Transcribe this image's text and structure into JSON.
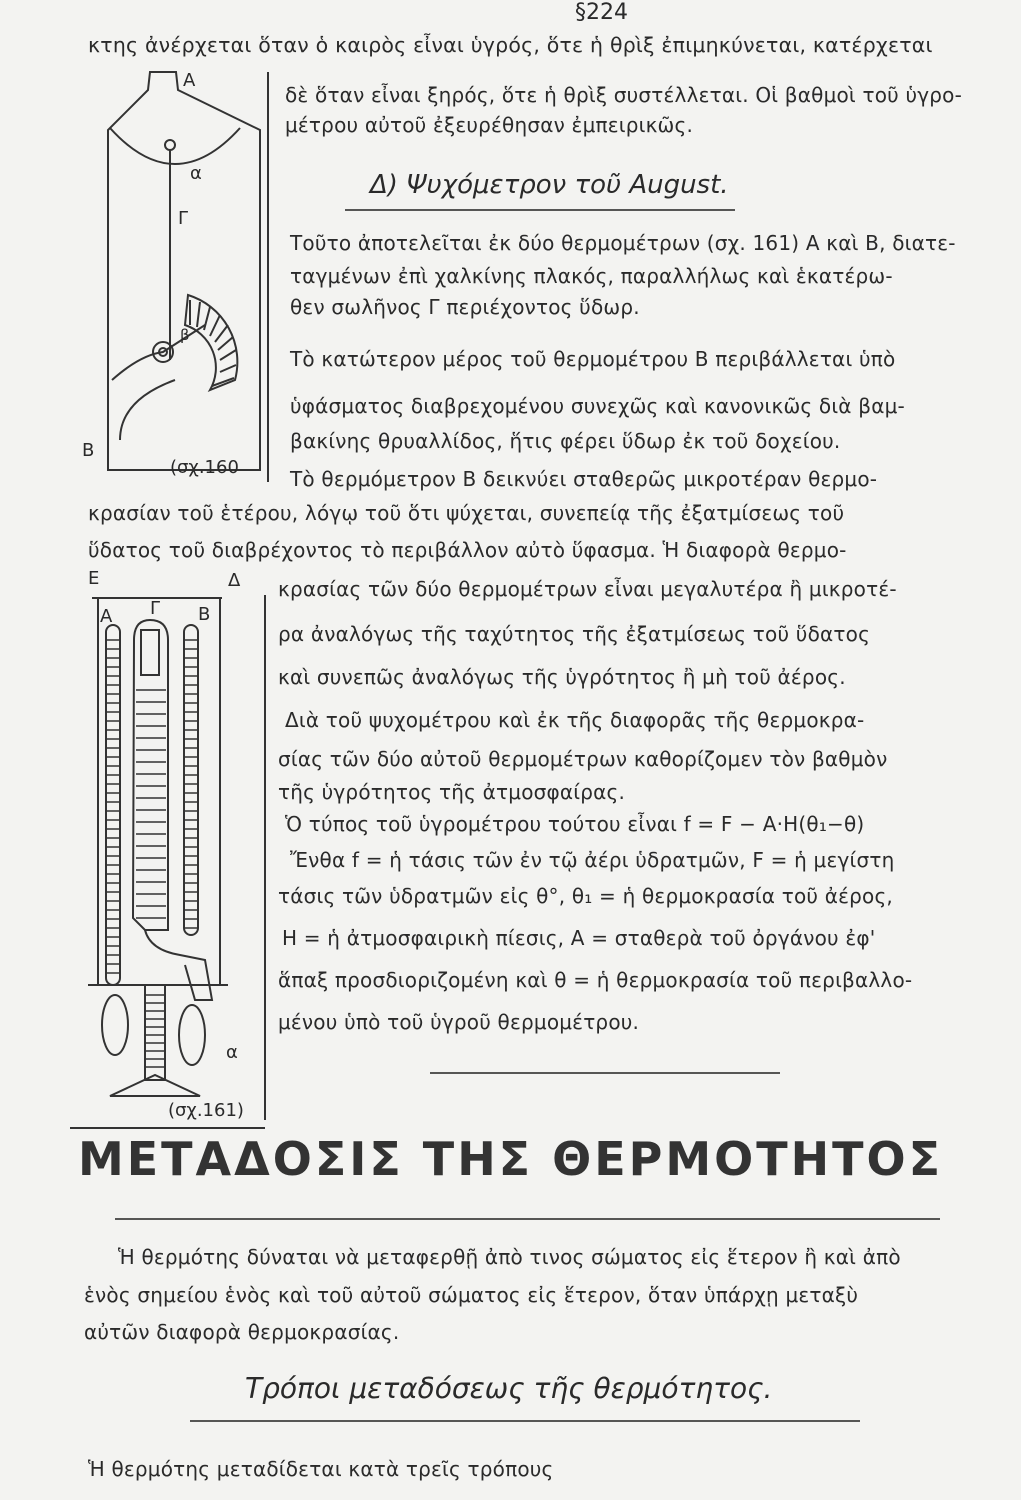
{
  "page_number": "§224",
  "top_lines": [
    "κτης ἀνέρχεται ὅταν ὁ καιρὸς εἶναι ὑγρός, ὅτε ἡ θρὶξ ἐπιμηκύνεται, κατέρχεται",
    "δὲ ὅταν εἶναι ξηρός, ὅτε ἡ θρὶξ συστέλλεται. Οἱ βαθμοὶ τοῦ ὑγρο-",
    "μέτρου αὐτοῦ ἐξευρέθησαν ἐμπειρικῶς."
  ],
  "section_heading": "Δ) Ψυχόμετρον τοῦ August.",
  "column1_lines": [
    "Τοῦτο ἀποτελεῖται ἐκ δύο θερμομέτρων (σχ. 161) Α καὶ Β, διατε-",
    "ταγμένων ἐπὶ χαλκίνης πλακός, παραλλήλως καὶ ἑκατέρω-",
    "θεν σωλῆνος Γ περιέχοντος ὕδωρ.",
    "Τὸ κατώτερον μέρος τοῦ θερμομέτρου Β περιβάλλεται ὑπὸ",
    "ὑφάσματος διαβρεχομένου συνεχῶς καὶ κανονικῶς διὰ βαμ-",
    "βακίνης θρυαλλίδος, ἥτις φέρει ὕδωρ ἐκ τοῦ δοχείου.",
    "Τὸ θερμόμετρον Β δεικνύει σταθερῶς μικροτέραν θερμο-"
  ],
  "full_lines": [
    "κρασίαν τοῦ ἑτέρου, λόγῳ τοῦ ὅτι ψύχεται, συνεπείᾳ τῆς ἐξατμίσεως τοῦ",
    "ὕδατος τοῦ διαβρέχοντος τὸ περιβάλλον αὐτὸ ὕφασμα. Ἡ διαφορὰ θερμο-"
  ],
  "column2_lines": [
    "κρασίας τῶν δύο θερμομέτρων εἶναι μεγαλυτέρα ἢ μικροτέ-",
    "ρα ἀναλόγως τῆς ταχύτητος τῆς ἐξατμίσεως τοῦ ὕδατος",
    "καὶ συνεπῶς ἀναλόγως τῆς ὑγρότητος ἢ μὴ τοῦ ἀέρος.",
    "Διὰ τοῦ ψυχομέτρου καὶ ἐκ τῆς διαφορᾶς τῆς θερμοκρα-",
    "σίας τῶν δύο αὐτοῦ θερμομέτρων καθορίζομεν τὸν βαθμὸν",
    "τῆς ὑγρότητος τῆς ἀτμοσφαίρας.",
    "Ὁ τύπος τοῦ ὑγρομέτρου τούτου εἶναι f = F − A·H(θ₁−θ)",
    "Ἔνθα f = ἡ τάσις τῶν ἐν τῷ ἀέρι ὑδρατμῶν, F = ἡ μεγίστη",
    "τάσις τῶν ὑδρατμῶν εἰς θ°, θ₁ = ἡ θερμοκρασία τοῦ ἀέρος,",
    "H = ἡ ἀτμοσφαιρικὴ πίεσις, A = σταθερὰ τοῦ ὀργάνου ἐφ'",
    "ἅπαξ προσδιοριζομένη καὶ θ = ἡ θερμοκρασία τοῦ περιβαλλο-",
    "μένου ὑπὸ τοῦ ὑγροῦ θερμομέτρου."
  ],
  "figure160": {
    "labels": {
      "A": "Α",
      "alpha": "α",
      "gamma": "Γ",
      "beta": "β",
      "B": "Β"
    },
    "caption": "(σχ.160"
  },
  "figure161": {
    "labels": {
      "E": "Ε",
      "D": "Δ",
      "A": "Α",
      "G": "Γ",
      "B": "Β",
      "alpha": "α"
    },
    "caption": "(σχ.161)"
  },
  "chapter_title": "ΜΕΤΑΔΟΣΙΣ ΤΗΣ ΘΕΡΜΟΤΗΤΟΣ",
  "chapter_lines": [
    "Ἡ θερμότης δύναται νὰ μεταφερθῇ ἀπὸ τινος σώματος εἰς ἕτερον ἢ καὶ ἀπὸ",
    "ἑνὸς σημείου ἑνὸς καὶ τοῦ αὐτοῦ σώματος εἰς ἕτερον, ὅταν ὑπάρχῃ μεταξὺ",
    "αὐτῶν διαφορὰ θερμοκρασίας."
  ],
  "subheading": "Τρόποι μεταδόσεως τῆς θερμότητος.",
  "last_line": "Ἡ θερμότης μεταδίδεται κατὰ τρεῖς τρόπους"
}
